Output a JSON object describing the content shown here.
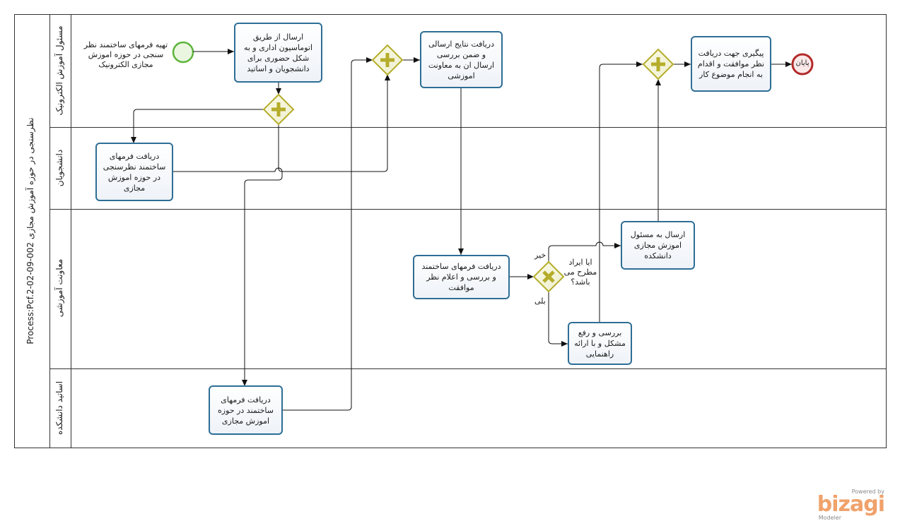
{
  "pool": {
    "title": "Process:Pcf.2-02-09-002 نظرسنجی در حوزه آموزش مجازی"
  },
  "lanes": [
    "مسئول آموزش الکترونیک",
    "دانشجویان",
    "معاونت آموزشی",
    "اساتید دانشکده"
  ],
  "start_note": "تهیه فرمهای ساختمند نظر سنجی در حوزه اموزش مجازی الکترونیک",
  "tasks": {
    "t1": "ارسال از طریق اتوماسیون اداری و به شکل حضوری برای دانشجویان و اساتید",
    "t2": "دریافت فرمهای ساختمند نظرسنجی در حوزه اموزش مجازی",
    "t3": "دریافت فرمهای ساختمند در حوزه اموزش مجازی",
    "t4": "دریافت نتایج ارسالی و ضمن بررسی ارسال ان به معاونت اموزشی",
    "t5": "دریافت فرمهای ساختمند و بررسی و اعلام نظر موافقت",
    "t6": "بررسی و رفع مشکل و با ارائه راهنمایی",
    "t7": "ارسال به مسئول اموزش مجازی دانشکده",
    "t8": "پیگیری جهت دریافت نظر موافقت و اقدام به انجام موضوع کار"
  },
  "gateway_question": "ایا ایراد مطرح می باشد؟",
  "labels": {
    "no": "خیر",
    "yes": "بلی",
    "end": "پایان"
  },
  "brand": {
    "powered": "Powered by",
    "name": "bizagi",
    "product": "Modeler"
  },
  "colors": {
    "task_stroke": "#2e6e96",
    "gateway": "#c8c23a",
    "start": "#5db53a",
    "end": "#b32a2a"
  }
}
